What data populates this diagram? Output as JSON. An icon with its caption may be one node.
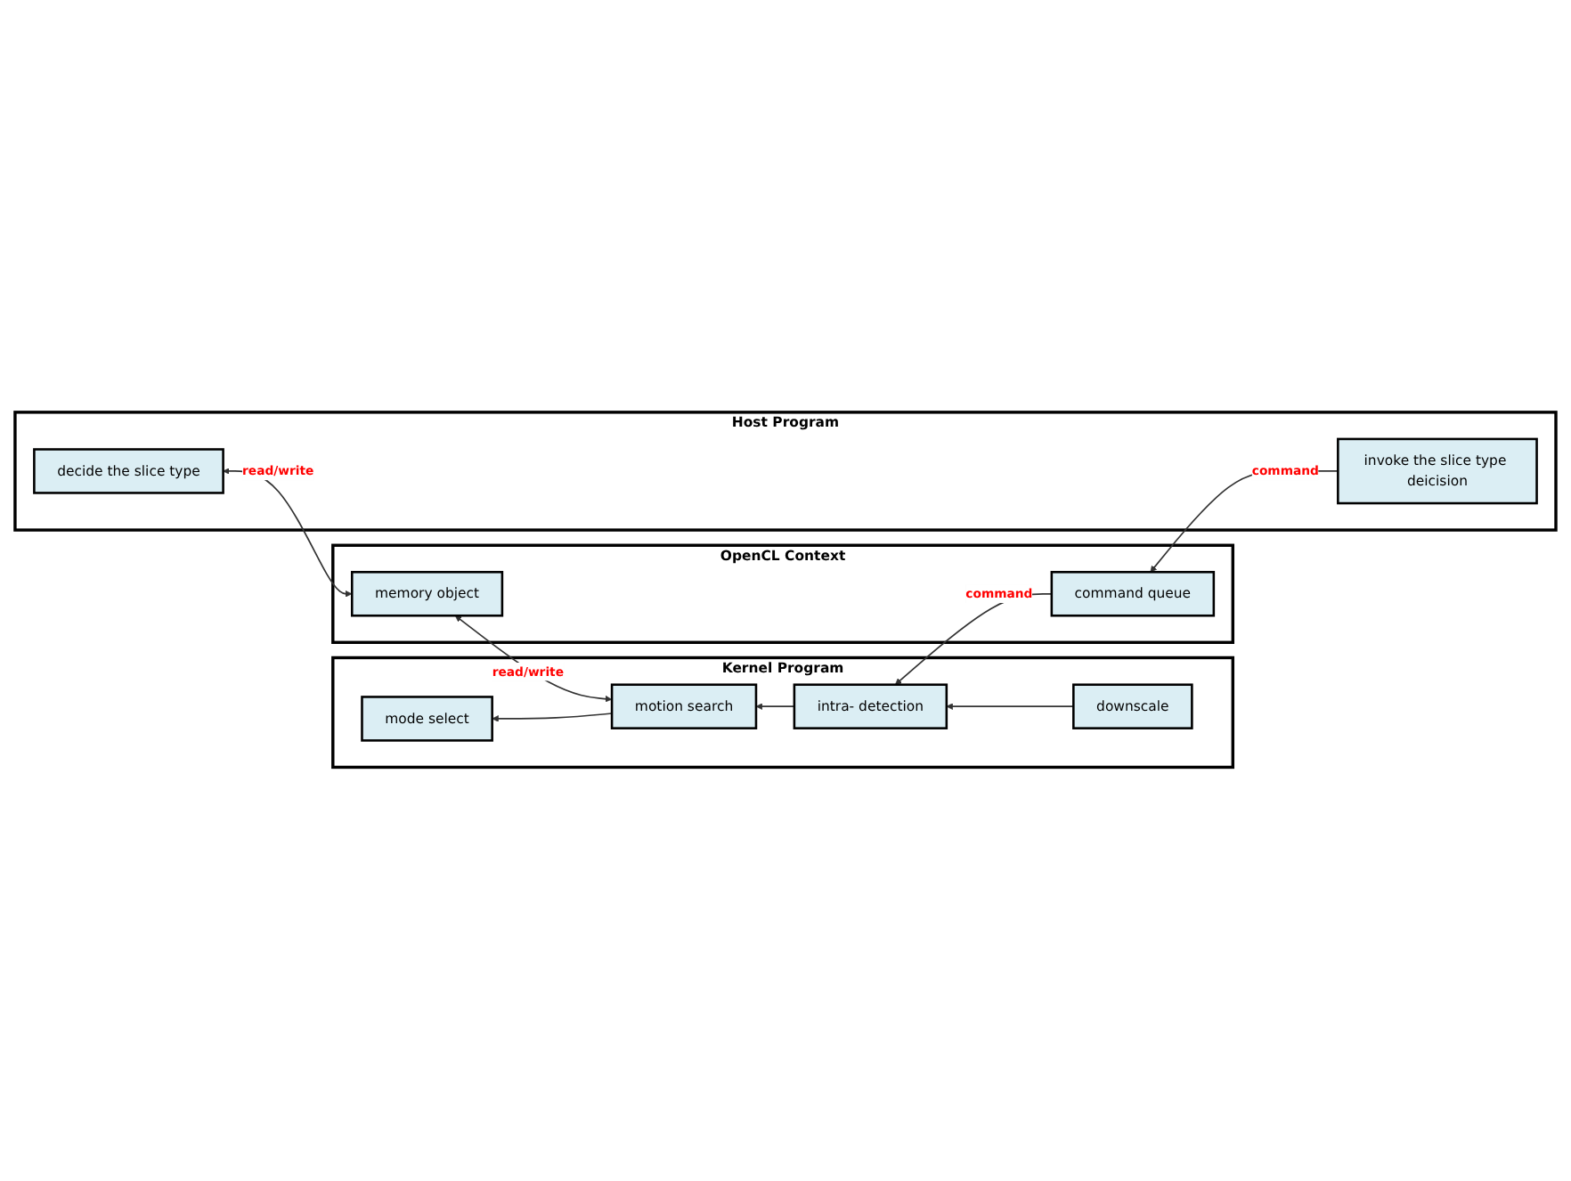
{
  "diagram": {
    "nodes": [
      {
        "text": [
          "Kernel Program"
        ]
      },
      {
        "text": [
          "downscale"
        ],
        "in": 0
      },
      {
        "text": [
          "intra- detection"
        ],
        "in": 0
      },
      {
        "text": [
          "motion search"
        ],
        "in": 0
      },
      {
        "text": [
          "mode select"
        ],
        "in": 0
      },
      {
        "text": [
          "OpenCL Context"
        ]
      },
      {
        "text": [
          "command queue"
        ],
        "in": 5
      },
      {
        "text": [
          "memory object"
        ],
        "in": 5
      },
      {
        "text": [
          "Host Program"
        ]
      },
      {
        "text": [
          "invoke the slice type deicision"
        ],
        "in": 8
      },
      {
        "text": [
          "decide the slice type"
        ],
        "in": 8
      }
    ],
    "edges": [
      {
        "from": 1,
        "to": 2,
        "arrow": "to"
      },
      {
        "from": 2,
        "to": 3,
        "arrow": "to"
      },
      {
        "from": 3,
        "to": 4,
        "arrow": "to"
      },
      {
        "from": 6,
        "to": 2,
        "arrow": "to",
        "label": "command"
      },
      {
        "from": 9,
        "to": 6,
        "arrow": "to",
        "label": "command"
      },
      {
        "from": 3,
        "to": 7,
        "arrow": "both",
        "label": "read/write"
      },
      {
        "from": 7,
        "to": 10,
        "arrow": "both",
        "label": "read/write"
      }
    ]
  }
}
